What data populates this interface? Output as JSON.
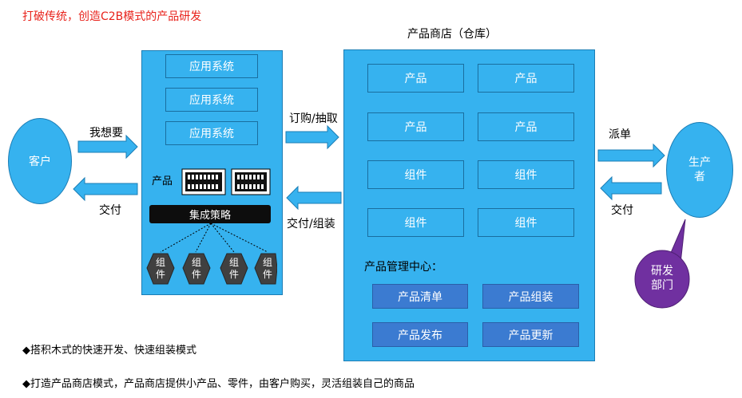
{
  "title": "打破传统，创造C2B模式的产品研发",
  "store_title": "产品商店（仓库）",
  "customer": "客户",
  "arrows": {
    "want": "我想要",
    "deliver_left": "交付",
    "order": "订购/抽取",
    "deliver_assemble": "交付/组装",
    "dispatch": "派单",
    "deliver_right": "交付"
  },
  "left_panel": {
    "systems": [
      "应用系统",
      "应用系统",
      "应用系统"
    ],
    "product_label": "产品",
    "strategy": "集成策略",
    "components": [
      "组\n件",
      "组\n件",
      "组\n件",
      "组\n件"
    ]
  },
  "store": {
    "items": [
      "产品",
      "产品",
      "产品",
      "产品",
      "组件",
      "组件",
      "组件",
      "组件"
    ],
    "center_label": "产品管理中心：",
    "actions": [
      "产品清单",
      "产品组装",
      "产品发布",
      "产品更新"
    ]
  },
  "producer": "生产\n者",
  "rd": "研发\n部门",
  "bullets": [
    "◆搭积木式的快速开发、快速组装模式",
    "◆打造产品商店模式，产品商店提供小产品、零件，由客户购买，灵活组装自己的商品"
  ],
  "colors": {
    "panel": "#36b2ef",
    "dark_box": "#3b7bd1",
    "purple": "#7030a0",
    "hexagon": "#404040",
    "title_red": "#e8221b"
  }
}
